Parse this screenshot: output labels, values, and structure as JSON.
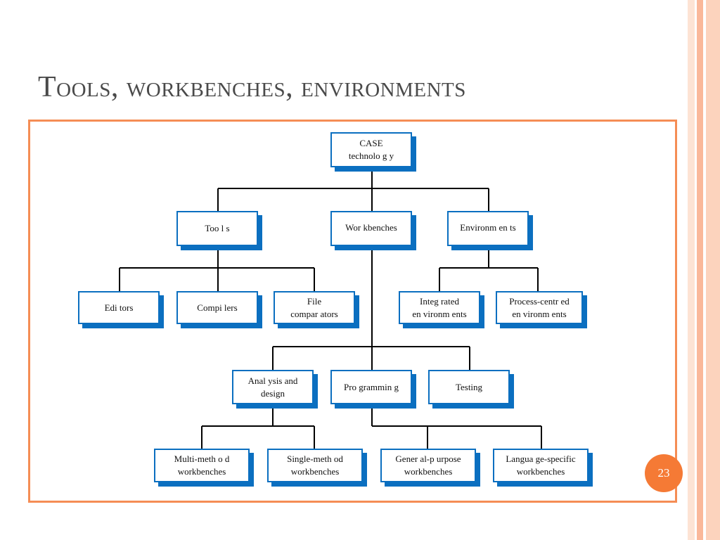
{
  "slide": {
    "title": "Tools, workbenches, environments",
    "page_number": "23"
  },
  "colors": {
    "frame": "#f58d55",
    "box_border": "#0b6fc0",
    "page_badge": "#f57a35",
    "title": "#4a4a4a",
    "stripes": [
      "#fde3d4",
      "#fab89a",
      "#fcd3bd"
    ]
  },
  "diagram": {
    "root": "CASE\ntechnolo g y",
    "tools": "Too l s",
    "workbenches": "Wor kbenches",
    "environments": "Environm en ts",
    "editors": "Edi tors",
    "compilers": "Compi lers",
    "file_comparators": "File\ncompar ators",
    "integrated_environments": "Integ rated\nen vironm ents",
    "process_centred_environments": "Process-centr  ed\nen vironm ents",
    "analysis_and_design": "Anal ysis and\ndesign",
    "programming": "Pro grammin g",
    "testing": "Testing",
    "multi_method_workbenches": "Multi-meth o d\nworkbenches",
    "single_method_workbenches": "Single-meth od\nworkbenches",
    "general_purpose_workbenches": "Gener al-p urpose\nworkbenches",
    "language_specific_workbenches": "Langua ge-specific\nworkbenches"
  }
}
